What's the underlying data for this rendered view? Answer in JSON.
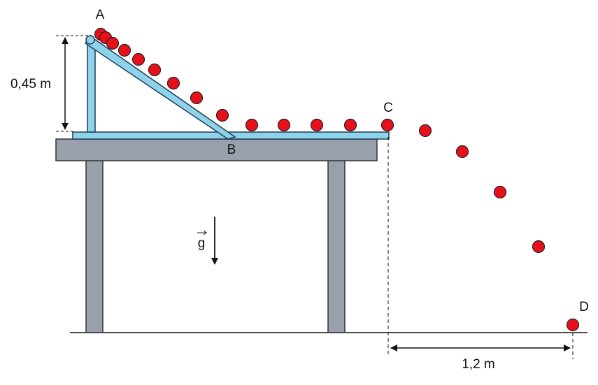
{
  "labels": {
    "point_a": "A",
    "point_b": "B",
    "point_c": "C",
    "point_d": "D",
    "height": "0,45 m",
    "distance": "1,2 m",
    "gravity": "g"
  },
  "colors": {
    "table": "#9aa0ab",
    "table_stroke": "#333333",
    "track": "#8fd3ea",
    "track_stroke": "#1f3f57",
    "ball": "#e8111a",
    "ball_stroke": "#222222",
    "line": "#111111"
  }
}
